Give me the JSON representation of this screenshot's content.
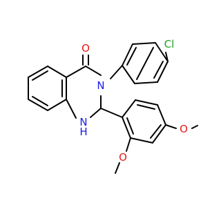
{
  "molecule": {
    "atoms": {
      "O": "O",
      "N3": "N",
      "NH": "N",
      "H": "H",
      "Cl": "Cl",
      "O_methoxy1": "O",
      "O_methoxy2": "O"
    },
    "colors": {
      "bond": "#000000",
      "chlorine": "#1fa31f",
      "nitrogen": "#1a1ae6",
      "oxygen": "#e61a1a",
      "background": "#ffffff"
    }
  }
}
